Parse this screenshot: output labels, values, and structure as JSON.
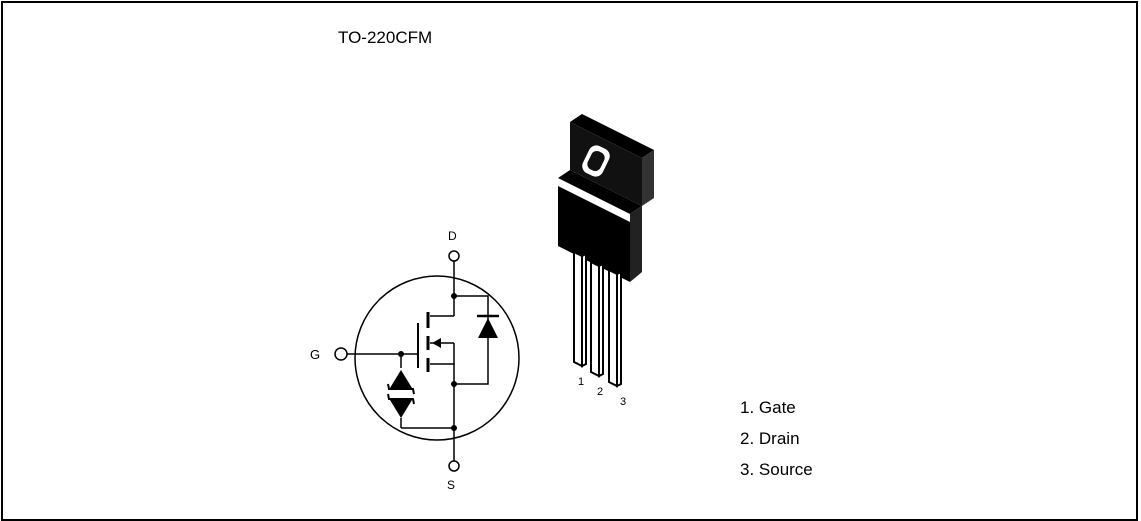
{
  "package_name": "TO-220CFM",
  "schematic": {
    "drain_label": "D",
    "gate_label": "G",
    "source_label": "S"
  },
  "package_pins": [
    "1",
    "2",
    "3"
  ],
  "pin_list": [
    "1. Gate",
    "2. Drain",
    "3. Source"
  ]
}
